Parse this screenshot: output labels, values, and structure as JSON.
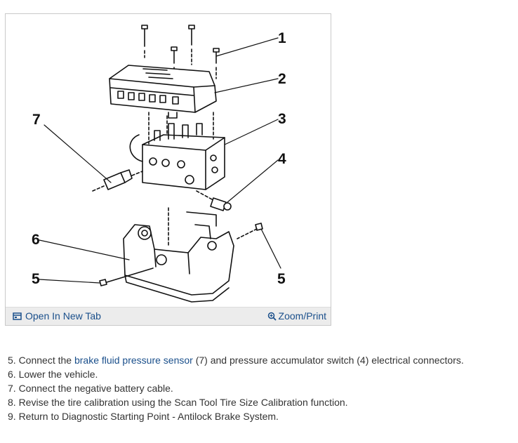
{
  "diagram": {
    "callouts": [
      "1",
      "2",
      "3",
      "7",
      "4",
      "6",
      "5",
      "5"
    ]
  },
  "figure_bar": {
    "open_label": "Open In New Tab",
    "zoom_label": "Zoom/Print",
    "open_icon": "open-in-new-tab-icon",
    "zoom_icon": "magnifier-plus-icon"
  },
  "steps": [
    {
      "prefix": "5. Connect the ",
      "link": "brake fluid pressure sensor",
      "suffix": " (7) and pressure accumulator switch (4) electrical connectors."
    },
    {
      "text": "6. Lower the vehicle."
    },
    {
      "text": "7. Connect the negative battery cable."
    },
    {
      "text": "8. Revise the tire calibration using the Scan Tool Tire Size Calibration function."
    },
    {
      "text": "9. Return to Diagnostic Starting Point - Antilock Brake System."
    }
  ],
  "colors": {
    "link": "#1a4f8b",
    "text": "#333333",
    "bar": "#ececec",
    "border": "#c9c9c9"
  }
}
